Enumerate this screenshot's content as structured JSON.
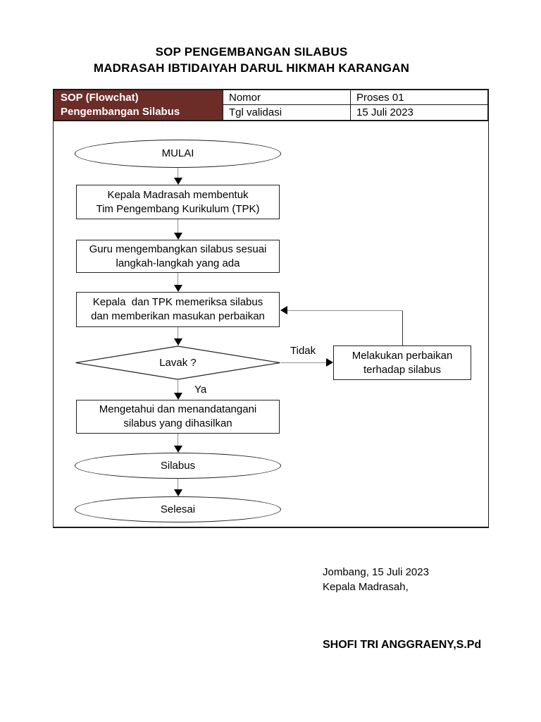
{
  "title": {
    "line1": "SOP PENGEMBANGAN SILABUS",
    "line2": "MADRASAH IBTIDAIYAH DARUL HIKMAH KARANGAN"
  },
  "header_table": {
    "left_cell": "SOP (Flowchat)\nPengembangan Silabus",
    "rows": [
      {
        "label": "Nomor",
        "value": "Proses 01"
      },
      {
        "label": "Tgl validasi",
        "value": "15 Juli 2023"
      }
    ]
  },
  "flowchart": {
    "start": "MULAI",
    "step1": "Kepala Madrasah membentuk\nTim Pengembang Kurikulum (TPK)",
    "step2": "Guru mengembangkan silabus sesuai\nlangkah-langkah yang ada",
    "step3": "Kepala  dan TPK memeriksa silabus\ndan memberikan masukan perbaikan",
    "decision": "Lavak ?",
    "decision_no_label": "Tidak",
    "decision_yes_label": "Ya",
    "fix_step": "Melakukan perbaikan\nterhadap silabus",
    "step4": "Mengetahui dan menandatangani\nsilabus yang dihasilkan",
    "output": "Silabus",
    "end": "Selesai"
  },
  "signature": {
    "place_date": "Jombang, 15 Juli 2023",
    "role": "Kepala Madrasah,",
    "name": "SHOFI TRI ANGGRAENY,S.Pd"
  },
  "colors": {
    "header_cell_bg": "#6C2D28",
    "header_cell_text": "#FFFFFF",
    "border": "#1A1A1A",
    "connector_line": "#909090",
    "arrowhead": "#000000"
  }
}
